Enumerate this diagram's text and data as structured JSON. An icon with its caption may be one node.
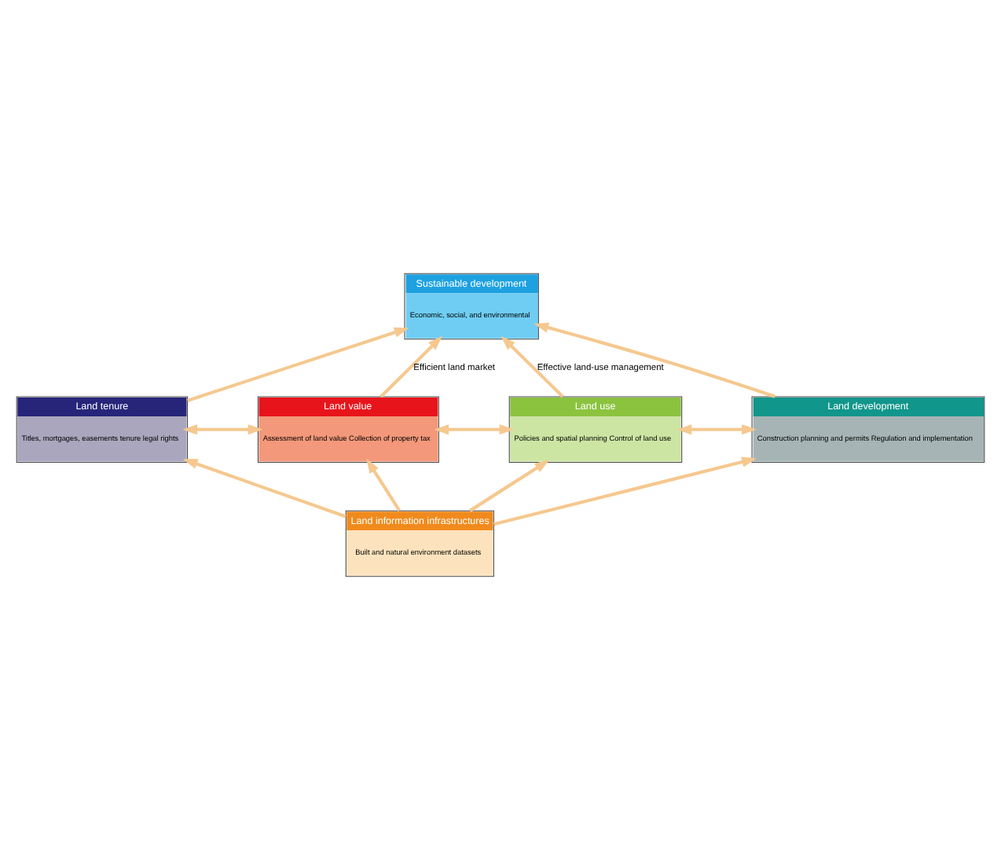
{
  "diagram": {
    "nodes": [
      {
        "text": [
          "Sustainable development",
          "Economic, social, and environmental"
        ]
      },
      {
        "text": [
          "Land tenure",
          "Titles, mortgages, easements tenure legal rights"
        ]
      },
      {
        "text": [
          "Land value",
          "Assessment of land value Collection of property tax"
        ]
      },
      {
        "text": [
          "Land use",
          "Policies and spatial planning Control of land use"
        ]
      },
      {
        "text": [
          "Land development",
          "Construction planning and permits Regulation and implementation"
        ]
      },
      {
        "text": [
          "Land information infrastructures",
          "Built and natural environment datasets"
        ]
      }
    ],
    "edges": [
      {
        "from": 1,
        "to": 0,
        "arrow": "to"
      },
      {
        "from": 2,
        "to": 0,
        "arrow": "to",
        "label": "Efficient land market"
      },
      {
        "from": 3,
        "to": 0,
        "arrow": "to",
        "label": "Effective land-use management"
      },
      {
        "from": 4,
        "to": 0,
        "arrow": "to"
      },
      {
        "from": 1,
        "to": 2,
        "arrow": "both"
      },
      {
        "from": 2,
        "to": 3,
        "arrow": "both"
      },
      {
        "from": 3,
        "to": 4,
        "arrow": "both"
      },
      {
        "from": 5,
        "to": 1,
        "arrow": "to"
      },
      {
        "from": 5,
        "to": 2,
        "arrow": "to"
      },
      {
        "from": 5,
        "to": 3,
        "arrow": "to"
      },
      {
        "from": 5,
        "to": 4,
        "arrow": "to"
      }
    ]
  }
}
